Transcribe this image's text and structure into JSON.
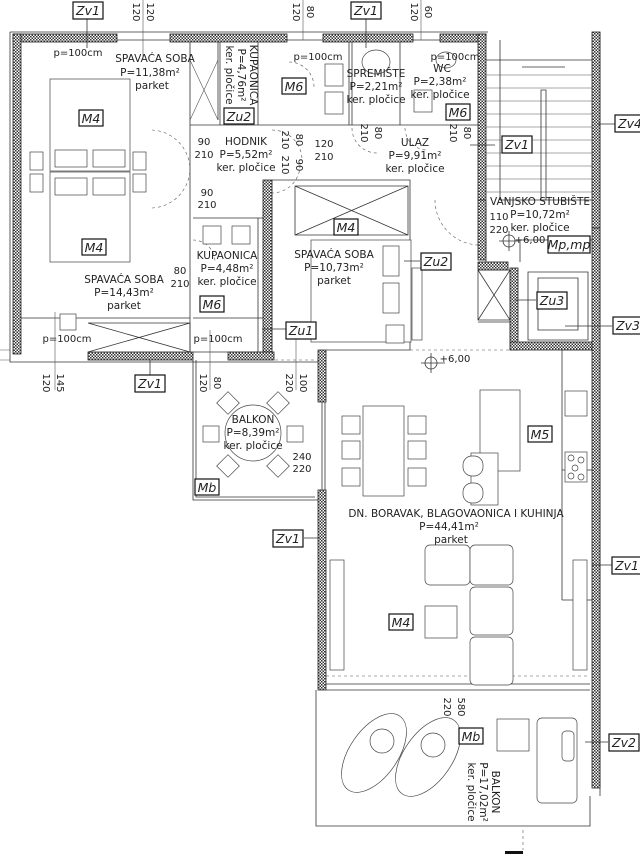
{
  "rooms": {
    "bed1": {
      "name": "SPAVAĆA SOBA",
      "area": "P=11,38m²",
      "floor": "parket"
    },
    "bath1": {
      "name": "KUPAONICA",
      "area": "P=4,76m²",
      "floor": "ker. pločice"
    },
    "storage": {
      "name": "SPREMIŠTE",
      "area": "P=2,21m²",
      "floor": "ker. pločice"
    },
    "wc": {
      "name": "WC",
      "area": "P=2,38m²",
      "floor": "ker. pločice"
    },
    "hall": {
      "name": "HODNIK",
      "area": "P=5,52m²",
      "floor": "ker. pločice"
    },
    "entry": {
      "name": "ULAZ",
      "area": "P=9,91m²",
      "floor": "ker. pločice"
    },
    "stairs": {
      "name": "VANJSKO STUBIŠTE",
      "area": "P=10,72m²",
      "floor": "ker. pločice"
    },
    "bath2": {
      "name": "KUPAONICA",
      "area": "P=4,48m²",
      "floor": "ker. pločice"
    },
    "bed2": {
      "name": "SPAVAĆA SOBA",
      "area": "P=14,43m²",
      "floor": "parket"
    },
    "bed3": {
      "name": "SPAVAĆA SOBA",
      "area": "P=10,73m²",
      "floor": "parket"
    },
    "balcony1": {
      "name": "BALKON",
      "area": "P=8,39m²",
      "floor": "ker. pločice"
    },
    "living": {
      "name": "DN. BORAVAK, BLAGOVAONICA I KUHINJA",
      "area": "P=44,41m²",
      "floor": "parket"
    },
    "balcony2": {
      "name": "BALKON",
      "area": "P=17,02m²",
      "floor": "ker. pločice"
    }
  },
  "tags": [
    "Zv1",
    "Zv1",
    "Zu2",
    "M6",
    "M6",
    "M4",
    "M4",
    "Zv1",
    "Zv4",
    "M4",
    "Zu2",
    "Mp,mp",
    "M6",
    "Zu1",
    "Zu3",
    "Zv3",
    "Zv1",
    "M5",
    "Mb",
    "Zv1",
    "Zv1",
    "M4",
    "Mb",
    "Zv2"
  ],
  "parapets": [
    "p=100cm",
    "p=100cm",
    "p=100cm",
    "p=100cm",
    "p=100cm"
  ],
  "levels": [
    "+6,00",
    "+6,00"
  ],
  "dimensions": {
    "top": [
      "120",
      "120",
      "120",
      "80",
      "120",
      "60"
    ],
    "bottom": [
      "120",
      "145",
      "120",
      "80",
      "220",
      "100"
    ],
    "doors": [
      "90",
      "210",
      "210",
      "80",
      "210",
      "90",
      "120",
      "210",
      "210",
      "80",
      "210",
      "80",
      "90",
      "210",
      "80",
      "210",
      "110",
      "220",
      "240",
      "220",
      "580",
      "220"
    ]
  }
}
